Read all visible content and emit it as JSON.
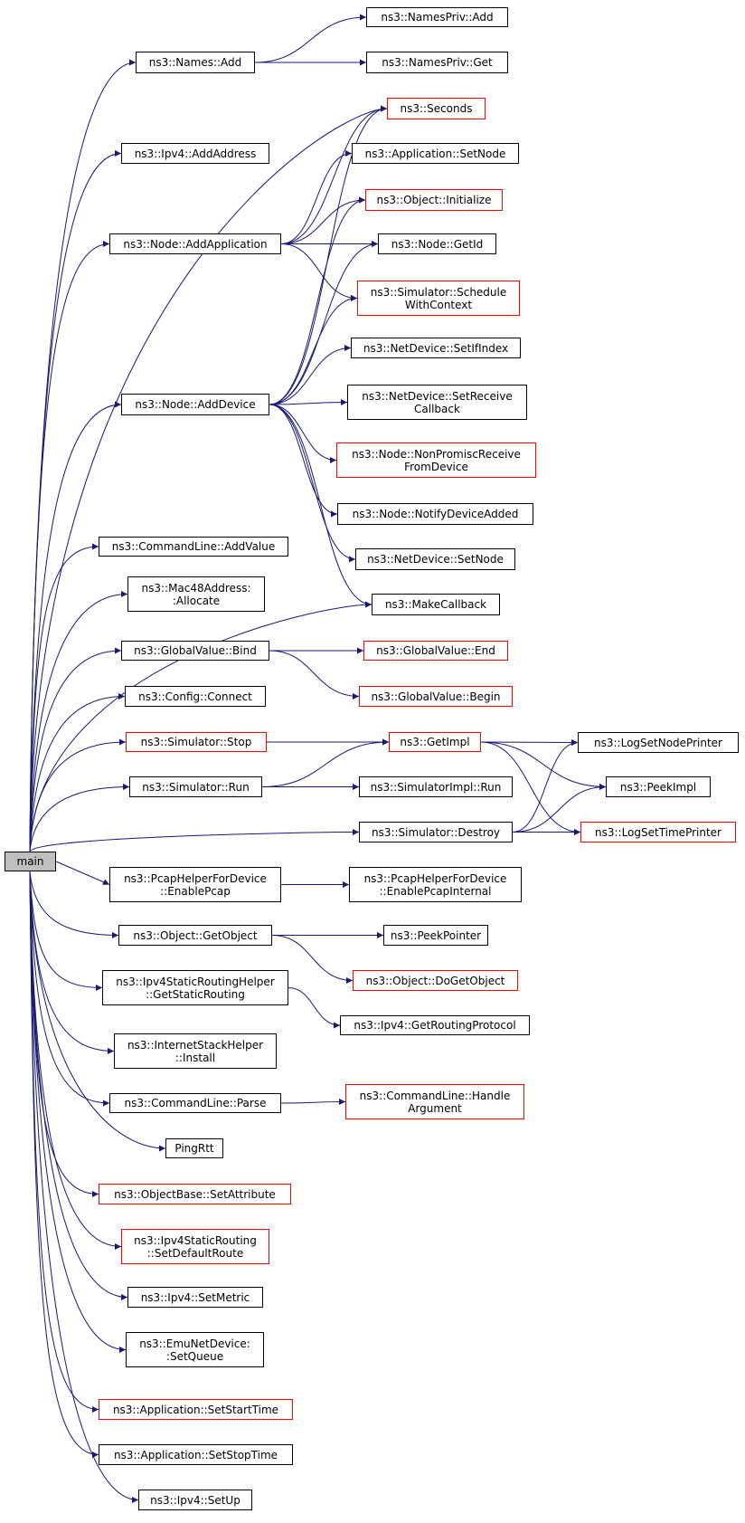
{
  "graph": {
    "edge_color": "#191970",
    "root_fill": "#bfbfbf",
    "truncated_border_color": "#ff0000",
    "normal_border_color": "#000000",
    "nodes": [
      {
        "id": "main",
        "label": "main",
        "truncated": false,
        "root": true
      },
      {
        "id": "names_add",
        "label": "ns3::Names::Add",
        "truncated": false
      },
      {
        "id": "namespriv_add",
        "label": "ns3::NamesPriv::Add",
        "truncated": false
      },
      {
        "id": "namespriv_get",
        "label": "ns3::NamesPriv::Get",
        "truncated": false
      },
      {
        "id": "ipv4_addaddress",
        "label": "ns3::Ipv4::AddAddress",
        "truncated": false
      },
      {
        "id": "seconds",
        "label": "ns3::Seconds",
        "truncated": true
      },
      {
        "id": "app_setnode",
        "label": "ns3::Application::SetNode",
        "truncated": false
      },
      {
        "id": "node_addapp",
        "label": "ns3::Node::AddApplication",
        "truncated": false
      },
      {
        "id": "obj_init",
        "label": "ns3::Object::Initialize",
        "truncated": true
      },
      {
        "id": "node_getid",
        "label": "ns3::Node::GetId",
        "truncated": false
      },
      {
        "id": "sim_schedctx",
        "label": "ns3::Simulator::Schedule\nWithContext",
        "truncated": true
      },
      {
        "id": "nd_setifindex",
        "label": "ns3::NetDevice::SetIfIndex",
        "truncated": false
      },
      {
        "id": "node_adddevice",
        "label": "ns3::Node::AddDevice",
        "truncated": false
      },
      {
        "id": "nd_setrecv",
        "label": "ns3::NetDevice::SetReceive\nCallback",
        "truncated": false
      },
      {
        "id": "node_nonpromisc",
        "label": "ns3::Node::NonPromiscReceive\nFromDevice",
        "truncated": true
      },
      {
        "id": "node_notify",
        "label": "ns3::Node::NotifyDeviceAdded",
        "truncated": false
      },
      {
        "id": "nd_setnode",
        "label": "ns3::NetDevice::SetNode",
        "truncated": false
      },
      {
        "id": "cmd_addvalue",
        "label": "ns3::CommandLine::AddValue",
        "truncated": false
      },
      {
        "id": "makecallback",
        "label": "ns3::MakeCallback",
        "truncated": false
      },
      {
        "id": "mac48_alloc",
        "label": "ns3::Mac48Address:\n:Allocate",
        "truncated": false
      },
      {
        "id": "gv_bind",
        "label": "ns3::GlobalValue::Bind",
        "truncated": false
      },
      {
        "id": "gv_end",
        "label": "ns3::GlobalValue::End",
        "truncated": true
      },
      {
        "id": "gv_begin",
        "label": "ns3::GlobalValue::Begin",
        "truncated": true
      },
      {
        "id": "config_connect",
        "label": "ns3::Config::Connect",
        "truncated": false
      },
      {
        "id": "sim_stop",
        "label": "ns3::Simulator::Stop",
        "truncated": true
      },
      {
        "id": "getimpl",
        "label": "ns3::GetImpl",
        "truncated": true
      },
      {
        "id": "lognodeprinter",
        "label": "ns3::LogSetNodePrinter",
        "truncated": false
      },
      {
        "id": "sim_run",
        "label": "ns3::Simulator::Run",
        "truncated": false
      },
      {
        "id": "simimpl_run",
        "label": "ns3::SimulatorImpl::Run",
        "truncated": false
      },
      {
        "id": "peekimpl",
        "label": "ns3::PeekImpl",
        "truncated": false
      },
      {
        "id": "sim_destroy",
        "label": "ns3::Simulator::Destroy",
        "truncated": false
      },
      {
        "id": "logtimeprinter",
        "label": "ns3::LogSetTimePrinter",
        "truncated": true
      },
      {
        "id": "pcap_enable",
        "label": "ns3::PcapHelperForDevice\n::EnablePcap",
        "truncated": false
      },
      {
        "id": "pcap_enableint",
        "label": "ns3::PcapHelperForDevice\n::EnablePcapInternal",
        "truncated": false
      },
      {
        "id": "obj_getobject",
        "label": "ns3::Object::GetObject",
        "truncated": false
      },
      {
        "id": "peekpointer",
        "label": "ns3::PeekPointer",
        "truncated": false
      },
      {
        "id": "obj_dogetobject",
        "label": "ns3::Object::DoGetObject",
        "truncated": true
      },
      {
        "id": "ipv4srh_getsr",
        "label": "ns3::Ipv4StaticRoutingHelper\n::GetStaticRouting",
        "truncated": false
      },
      {
        "id": "ipv4_getrp",
        "label": "ns3::Ipv4::GetRoutingProtocol",
        "truncated": false
      },
      {
        "id": "ish_install",
        "label": "ns3::InternetStackHelper\n::Install",
        "truncated": false
      },
      {
        "id": "cmd_parse",
        "label": "ns3::CommandLine::Parse",
        "truncated": false
      },
      {
        "id": "cmd_handlearg",
        "label": "ns3::CommandLine::Handle\nArgument",
        "truncated": true
      },
      {
        "id": "pingrtt",
        "label": "PingRtt",
        "truncated": false
      },
      {
        "id": "objbase_setattr",
        "label": "ns3::ObjectBase::SetAttribute",
        "truncated": true
      },
      {
        "id": "ipv4sr_setdefault",
        "label": "ns3::Ipv4StaticRouting\n::SetDefaultRoute",
        "truncated": true
      },
      {
        "id": "ipv4_setmetric",
        "label": "ns3::Ipv4::SetMetric",
        "truncated": false
      },
      {
        "id": "emu_setqueue",
        "label": "ns3::EmuNetDevice:\n:SetQueue",
        "truncated": false
      },
      {
        "id": "app_setstart",
        "label": "ns3::Application::SetStartTime",
        "truncated": true
      },
      {
        "id": "app_setstop",
        "label": "ns3::Application::SetStopTime",
        "truncated": false
      },
      {
        "id": "ipv4_setup",
        "label": "ns3::Ipv4::SetUp",
        "truncated": false
      }
    ],
    "edges": [
      [
        "main",
        "names_add"
      ],
      [
        "main",
        "ipv4_addaddress"
      ],
      [
        "main",
        "seconds"
      ],
      [
        "main",
        "node_addapp"
      ],
      [
        "main",
        "node_adddevice"
      ],
      [
        "main",
        "makecallback"
      ],
      [
        "main",
        "cmd_addvalue"
      ],
      [
        "main",
        "mac48_alloc"
      ],
      [
        "main",
        "gv_bind"
      ],
      [
        "main",
        "config_connect"
      ],
      [
        "main",
        "sim_stop"
      ],
      [
        "main",
        "sim_run"
      ],
      [
        "main",
        "sim_destroy"
      ],
      [
        "main",
        "pcap_enable"
      ],
      [
        "main",
        "obj_getobject"
      ],
      [
        "main",
        "ipv4srh_getsr"
      ],
      [
        "main",
        "ish_install"
      ],
      [
        "main",
        "cmd_parse"
      ],
      [
        "main",
        "pingrtt"
      ],
      [
        "main",
        "objbase_setattr"
      ],
      [
        "main",
        "ipv4sr_setdefault"
      ],
      [
        "main",
        "ipv4_setmetric"
      ],
      [
        "main",
        "emu_setqueue"
      ],
      [
        "main",
        "app_setstart"
      ],
      [
        "main",
        "app_setstop"
      ],
      [
        "main",
        "ipv4_setup"
      ],
      [
        "names_add",
        "namespriv_add"
      ],
      [
        "names_add",
        "namespriv_get"
      ],
      [
        "node_addapp",
        "seconds"
      ],
      [
        "node_addapp",
        "app_setnode"
      ],
      [
        "node_addapp",
        "obj_init"
      ],
      [
        "node_addapp",
        "node_getid"
      ],
      [
        "node_addapp",
        "sim_schedctx"
      ],
      [
        "node_adddevice",
        "seconds"
      ],
      [
        "node_adddevice",
        "obj_init"
      ],
      [
        "node_adddevice",
        "node_getid"
      ],
      [
        "node_adddevice",
        "sim_schedctx"
      ],
      [
        "node_adddevice",
        "nd_setifindex"
      ],
      [
        "node_adddevice",
        "nd_setrecv"
      ],
      [
        "node_adddevice",
        "node_nonpromisc"
      ],
      [
        "node_adddevice",
        "node_notify"
      ],
      [
        "node_adddevice",
        "nd_setnode"
      ],
      [
        "node_adddevice",
        "makecallback"
      ],
      [
        "gv_bind",
        "gv_end"
      ],
      [
        "gv_bind",
        "gv_begin"
      ],
      [
        "sim_stop",
        "getimpl"
      ],
      [
        "sim_run",
        "getimpl"
      ],
      [
        "sim_run",
        "simimpl_run"
      ],
      [
        "getimpl",
        "lognodeprinter"
      ],
      [
        "getimpl",
        "peekimpl"
      ],
      [
        "getimpl",
        "logtimeprinter"
      ],
      [
        "sim_destroy",
        "lognodeprinter"
      ],
      [
        "sim_destroy",
        "peekimpl"
      ],
      [
        "sim_destroy",
        "logtimeprinter"
      ],
      [
        "pcap_enable",
        "pcap_enableint"
      ],
      [
        "obj_getobject",
        "peekpointer"
      ],
      [
        "obj_getobject",
        "obj_dogetobject"
      ],
      [
        "ipv4srh_getsr",
        "ipv4_getrp"
      ],
      [
        "cmd_parse",
        "cmd_handlearg"
      ]
    ]
  }
}
